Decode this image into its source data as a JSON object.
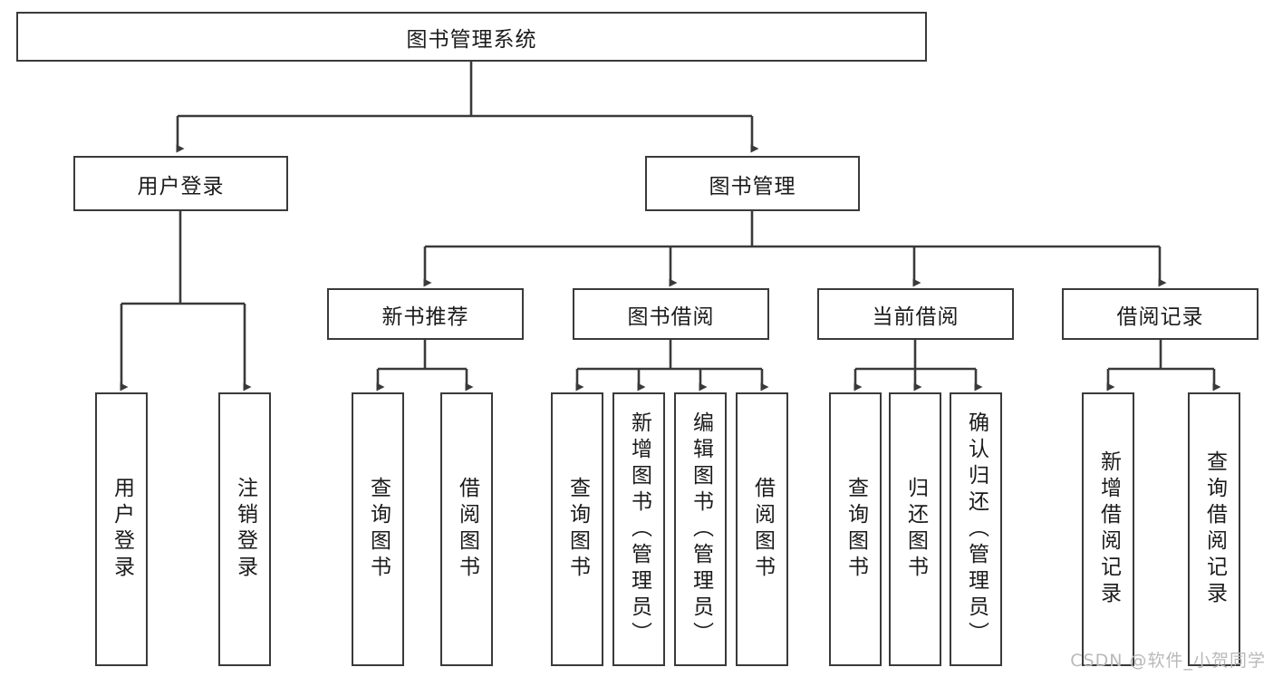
{
  "diagram": {
    "type": "tree-hierarchy",
    "title": "图书管理系统",
    "root": {
      "id": "root",
      "label": "图书管理系统"
    },
    "level2": [
      {
        "id": "user-login",
        "label": "用户登录"
      },
      {
        "id": "book-manage",
        "label": "图书管理"
      }
    ],
    "level3": [
      {
        "id": "new-book-recommend",
        "label": "新书推荐",
        "parent": "book-manage"
      },
      {
        "id": "book-borrow",
        "label": "图书借阅",
        "parent": "book-manage"
      },
      {
        "id": "current-borrow",
        "label": "当前借阅",
        "parent": "book-manage"
      },
      {
        "id": "borrow-record",
        "label": "借阅记录",
        "parent": "book-manage"
      }
    ],
    "leaves": [
      {
        "id": "leaf-user-login",
        "label": "用户登录",
        "parent": "user-login"
      },
      {
        "id": "leaf-user-logout",
        "label": "注销登录",
        "parent": "user-login"
      },
      {
        "id": "leaf-query-book-1",
        "label": "查询图书",
        "parent": "new-book-recommend"
      },
      {
        "id": "leaf-borrow-book-1",
        "label": "借阅图书",
        "parent": "new-book-recommend"
      },
      {
        "id": "leaf-query-book-2",
        "label": "查询图书",
        "parent": "book-borrow"
      },
      {
        "id": "leaf-add-book",
        "label": "新增图书（管理员）",
        "parent": "book-borrow"
      },
      {
        "id": "leaf-edit-book",
        "label": "编辑图书（管理员）",
        "parent": "book-borrow"
      },
      {
        "id": "leaf-borrow-book-2",
        "label": "借阅图书",
        "parent": "book-borrow"
      },
      {
        "id": "leaf-query-book-3",
        "label": "查询图书",
        "parent": "current-borrow"
      },
      {
        "id": "leaf-return-book",
        "label": "归还图书",
        "parent": "current-borrow"
      },
      {
        "id": "leaf-confirm-return",
        "label": "确认归还（管理员）",
        "parent": "current-borrow"
      },
      {
        "id": "leaf-add-record",
        "label": "新增借阅记录",
        "parent": "borrow-record"
      },
      {
        "id": "leaf-query-record",
        "label": "查询借阅记录",
        "parent": "borrow-record"
      }
    ],
    "colors": {
      "stroke": "#3a3a3a",
      "fill": "#ffffff",
      "text": "#1b1b1b",
      "watermark": "#b9b9b9"
    }
  },
  "watermark": {
    "text": "CSDN @软件_小贺同学"
  }
}
